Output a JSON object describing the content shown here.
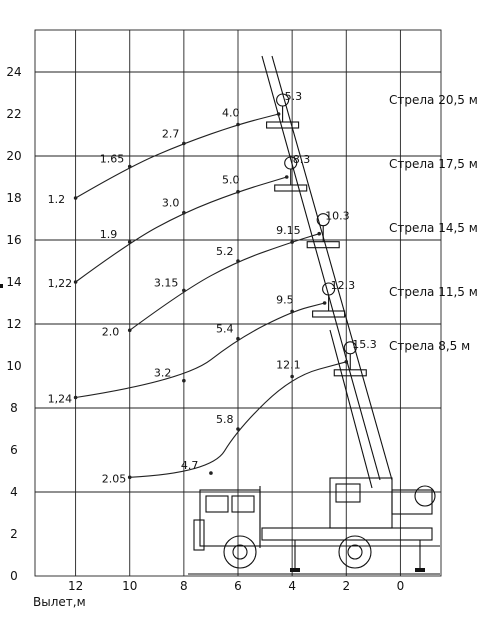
{
  "chart_data": {
    "type": "line",
    "title": "",
    "xlabel": "Вылет,м",
    "ylabel": "",
    "xlim": [
      -1.5,
      13.5
    ],
    "ylim": [
      0,
      26
    ],
    "x_ticks": [
      12,
      10,
      8,
      6,
      4,
      2,
      0
    ],
    "y_ticks": [
      0,
      2,
      4,
      6,
      8,
      10,
      12,
      14,
      16,
      18,
      20,
      22,
      24
    ],
    "x_reversed": true,
    "grid": true,
    "legend": "right",
    "series": [
      {
        "name": "Стрела 20,5 м",
        "points": [
          {
            "x": 12,
            "y": 18,
            "label": "1.2"
          },
          {
            "x": 10,
            "y": 19.5,
            "label": "1.65"
          },
          {
            "x": 8,
            "y": 20.6,
            "label": "2.7"
          },
          {
            "x": 6,
            "y": 21.5,
            "label": "4.0"
          },
          {
            "x": 4.5,
            "y": 22,
            "label": "5.3"
          }
        ]
      },
      {
        "name": "Стрела 17,5 м",
        "points": [
          {
            "x": 12,
            "y": 14,
            "label": "1,22"
          },
          {
            "x": 10,
            "y": 15.9,
            "label": "1.9"
          },
          {
            "x": 8,
            "y": 17.3,
            "label": "3.0"
          },
          {
            "x": 6,
            "y": 18.3,
            "label": "5.0"
          },
          {
            "x": 4.2,
            "y": 19,
            "label": "8.3"
          }
        ]
      },
      {
        "name": "Стрела 14,5 м",
        "points": [
          {
            "x": 10,
            "y": 11.7,
            "label": "2.0"
          },
          {
            "x": 8,
            "y": 13.6,
            "label": "3.15"
          },
          {
            "x": 6,
            "y": 15,
            "label": "5.2"
          },
          {
            "x": 4,
            "y": 15.9,
            "label": "9.15"
          },
          {
            "x": 3,
            "y": 16.3,
            "label": "10.3"
          }
        ]
      },
      {
        "name": "Стрела 11,5 м",
        "points": [
          {
            "x": 12,
            "y": 8.5,
            "label": "1,24"
          },
          {
            "x": 8,
            "y": 9.3,
            "label": "3.2"
          },
          {
            "x": 6,
            "y": 11.3,
            "label": "5.4"
          },
          {
            "x": 4,
            "y": 12.6,
            "label": "9.5"
          },
          {
            "x": 2.8,
            "y": 13,
            "label": "12.3"
          }
        ]
      },
      {
        "name": "Стрела 8,5 м",
        "points": [
          {
            "x": 10,
            "y": 4.7,
            "label": "2.05"
          },
          {
            "x": 7,
            "y": 4.9,
            "label": "4.7"
          },
          {
            "x": 6,
            "y": 7,
            "label": "5.8"
          },
          {
            "x": 4,
            "y": 9.5,
            "label": "12.1"
          },
          {
            "x": 2,
            "y": 10.2,
            "label": "15.3"
          }
        ]
      }
    ]
  }
}
